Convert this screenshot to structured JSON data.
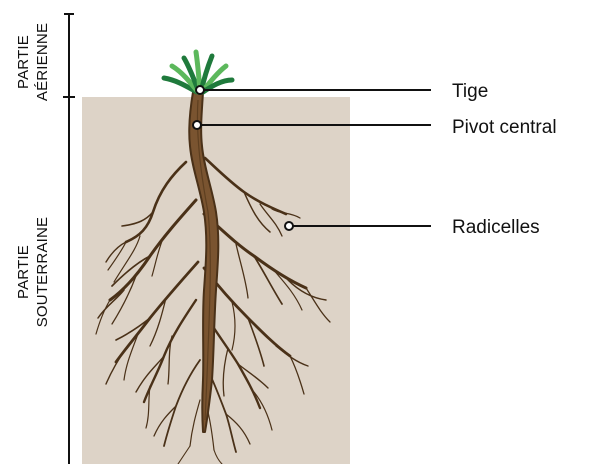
{
  "labels": {
    "tige": "Tige",
    "pivot": "Pivot central",
    "radicelles": "Radicelles"
  },
  "scale": {
    "aerial_line1": "PARTIE",
    "aerial_line2": "AÉRIENNE",
    "underground_line1": "PARTIE",
    "underground_line2": "SOUTERRAINE"
  },
  "colors": {
    "soil": "#ddd3c7",
    "root_dark": "#4a3118",
    "root_fill": "#7a5430",
    "leaf_dark": "#1f7a3c",
    "leaf_light": "#5cb85c",
    "line": "#111111"
  }
}
